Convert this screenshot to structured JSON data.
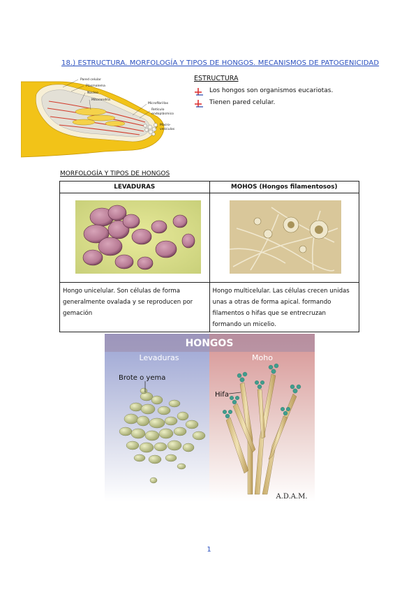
{
  "heading": "18.) ESTRUCTURA. MORFOLOGÍA Y TIPOS DE HONGOS. MECANISMOS DE PATOGENICIDAD",
  "hypha_diagram": {
    "labels": {
      "pared": "Pared celular",
      "plasmalema": "Plasmalema",
      "nucleo": "Núcleo",
      "mitocondria": "Mitocondria",
      "microfibrillas": "Microfibrillas",
      "reticulo1": "Retículo",
      "reticulo2": "endoplásmico",
      "macro1": "Macro-",
      "macro2": "vesículas"
    }
  },
  "estructura": {
    "title": "ESTRUCTURA",
    "bullets": [
      "Los hongos son organismos eucariotas.",
      "Tienen pared celular."
    ]
  },
  "morfologia": {
    "title": "MORFOLOGÍA Y TIPOS DE HONGOS",
    "table": {
      "headers": [
        "LEVADURAS",
        "MOHOS (Hongos filamentosos)"
      ],
      "descriptions": [
        "Hongo unicelular. Son células de forma generalmente ovalada y se reproducen por gemación",
        "Hongo multicelular. Las células crecen unidas unas a otras de forma apical. formando filamentos o hifas que se entrecruzan formando un micelio."
      ]
    }
  },
  "fungi_illustration": {
    "title": "HONGOS",
    "left_label": "Levaduras",
    "right_label": "Moho",
    "brote_label": "Brote o yema",
    "hifa_label": "Hifa",
    "brand": "A.D.A.M."
  },
  "page_number": "1",
  "colors": {
    "heading_blue": "#2a4fbf",
    "hypha_yellow": "#f2c318",
    "yeast_green": "#cfcf95",
    "mold_spore": "#3f9e8e"
  }
}
